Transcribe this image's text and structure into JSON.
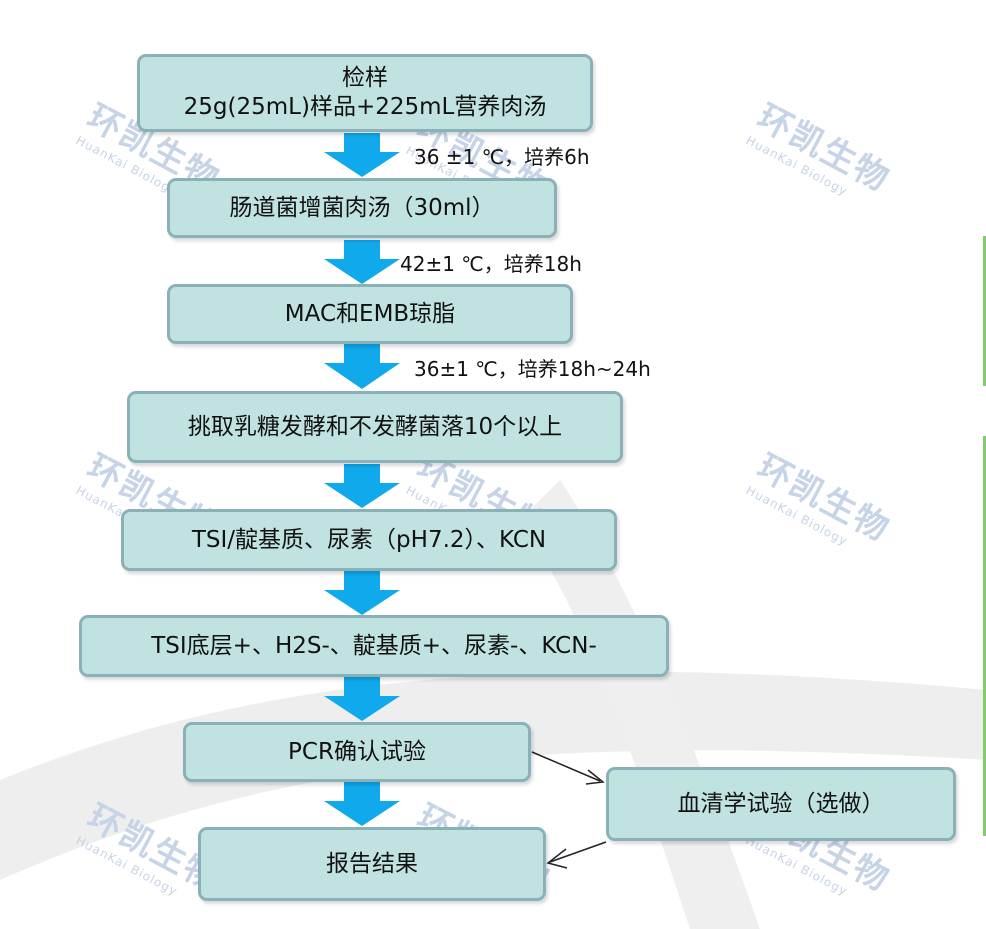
{
  "watermark": {
    "text_cn": "环凯生物",
    "text_en": "HuanKai Biology"
  },
  "steps": [
    {
      "line1": "检样",
      "line2": "25g(25mL)样品+225mL营养肉汤"
    },
    {
      "line1": "肠道菌增菌肉汤（30ml）"
    },
    {
      "line1": "MAC和EMB琼脂"
    },
    {
      "line1": "挑取乳糖发酵和不发酵菌落10个以上"
    },
    {
      "line1": "TSI/靛基质、尿素（pH7.2）、KCN"
    },
    {
      "line1": "TSI底层+、H2S-、靛基质+、尿素-、KCN-"
    },
    {
      "line1": "PCR确认试验"
    },
    {
      "line1": "报告结果"
    }
  ],
  "side_step": {
    "label": "血清学试验（选做）"
  },
  "conditions": [
    "36 ±1 ℃，培养6h",
    "42±1 ℃，培养18h",
    "36±1 ℃，培养18h~24h"
  ],
  "colors": {
    "box_fill": "#c0e3e1",
    "box_border": "#8bb1b8",
    "arrow": "#0fa9ec",
    "watermark": "#c7d3e6"
  }
}
